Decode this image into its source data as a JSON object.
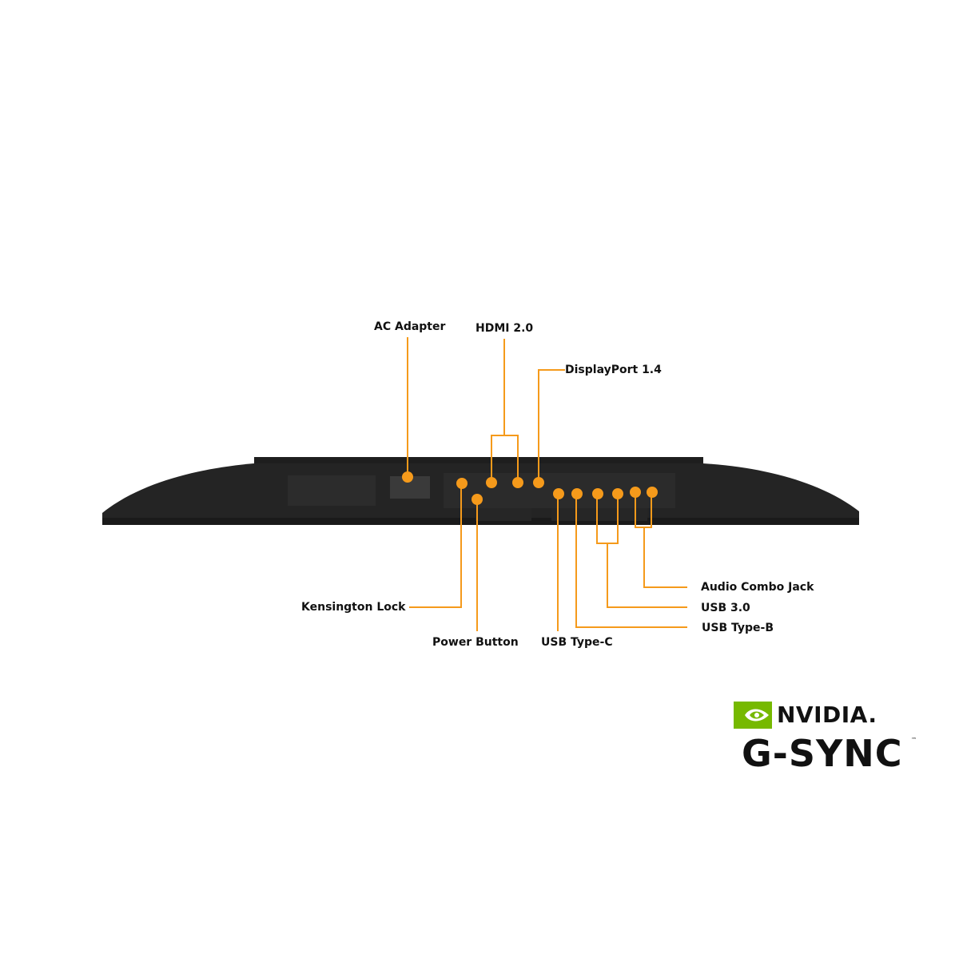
{
  "ports": {
    "ac_adapter": "AC Adapter",
    "hdmi": "HDMI 2.0",
    "displayport": "DisplayPort 1.4",
    "kensington_lock": "Kensington Lock",
    "power_button": "Power Button",
    "usb_type_c": "USB Type-C",
    "audio_combo_jack": "Audio Combo Jack",
    "usb_3": "USB 3.0",
    "usb_type_b": "USB Type-B"
  },
  "logo": {
    "brand": "NVIDIA.",
    "product": "G-SYNC",
    "trademark": "™"
  },
  "colors": {
    "accent": "#f59a1b",
    "monitor_body": "#232323",
    "logo_green": "#76b900"
  }
}
